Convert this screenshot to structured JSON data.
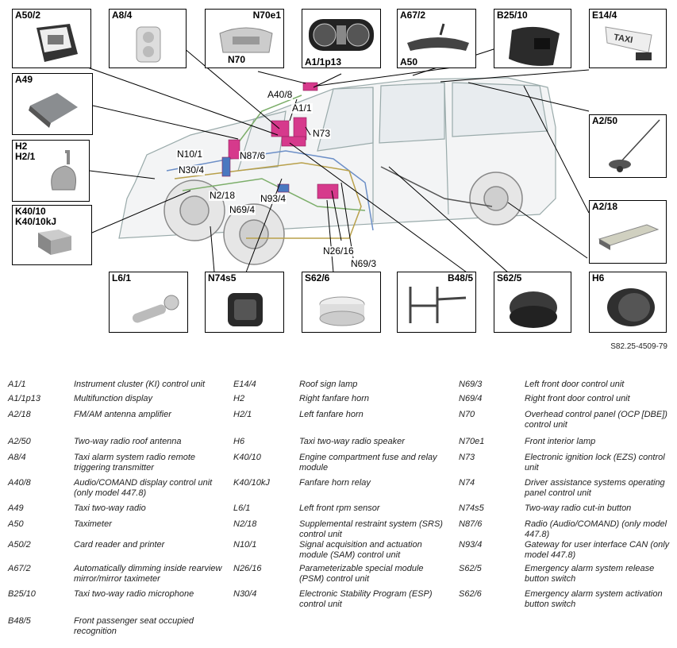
{
  "diagram": {
    "boxes": [
      {
        "id": "A50/2",
        "label": "A50/2"
      },
      {
        "id": "A8/4",
        "label": "A8/4"
      },
      {
        "id": "N70e1",
        "label": "N70e1",
        "label2": "N70"
      },
      {
        "id": "A1/1p13",
        "label": "A1/1p13"
      },
      {
        "id": "A67/2",
        "label": "A67/2",
        "label2": "A50"
      },
      {
        "id": "B25/10",
        "label": "B25/10"
      },
      {
        "id": "E14/4",
        "label": "E14/4"
      },
      {
        "id": "A49",
        "label": "A49"
      },
      {
        "id": "H2",
        "label": "H2\nH2/1"
      },
      {
        "id": "K40/10",
        "label": "K40/10\nK40/10kJ"
      },
      {
        "id": "A2/50",
        "label": "A2/50"
      },
      {
        "id": "A2/18",
        "label": "A2/18"
      },
      {
        "id": "L6/1",
        "label": "L6/1"
      },
      {
        "id": "N74s5",
        "label": "N74s5"
      },
      {
        "id": "S62/6",
        "label": "S62/6"
      },
      {
        "id": "B48/5",
        "label": "B48/5"
      },
      {
        "id": "S62/5",
        "label": "S62/5"
      },
      {
        "id": "H6",
        "label": "H6"
      }
    ],
    "callouts": [
      "A40/8",
      "A1/1",
      "N73",
      "N10/1",
      "N87/6",
      "N30/4",
      "N2/18",
      "N93/4",
      "N69/4",
      "N26/16",
      "N69/3"
    ],
    "taxi_sign": "TAXI",
    "reference": "S82.25-4509-79"
  },
  "legend": {
    "columns": [
      [
        {
          "code": "A1/1",
          "desc": "Instrument cluster (KI) control unit"
        },
        {
          "code": "A1/1p13",
          "desc": "Multifunction display"
        },
        {
          "code": "A2/18",
          "desc": "FM/AM antenna amplifier"
        },
        {
          "code": "A2/50",
          "desc": "Two-way radio roof antenna"
        },
        {
          "code": "A8/4",
          "desc": "Taxi alarm system radio remote triggering transmitter"
        },
        {
          "code": "A40/8",
          "desc": "Audio/COMAND display control unit (only model 447.8)"
        },
        {
          "code": "A49",
          "desc": "Taxi two-way radio"
        },
        {
          "code": "A50",
          "desc": "Taximeter"
        },
        {
          "code": "A50/2",
          "desc": "Card reader and printer"
        },
        {
          "code": "A67/2",
          "desc": "Automatically dimming inside rearview mirror/mirror taximeter"
        },
        {
          "code": "B25/10",
          "desc": "Taxi two-way radio microphone"
        },
        {
          "code": "B48/5",
          "desc": "Front passenger seat occupied recognition"
        }
      ],
      [
        {
          "code": "E14/4",
          "desc": "Roof sign lamp"
        },
        {
          "code": "H2",
          "desc": "Right fanfare horn"
        },
        {
          "code": "H2/1",
          "desc": "Left fanfare horn"
        },
        {
          "code": "H6",
          "desc": "Taxi two-way radio speaker"
        },
        {
          "code": "K40/10",
          "desc": "Engine compartment fuse and relay module"
        },
        {
          "code": "K40/10kJ",
          "desc": "Fanfare horn relay"
        },
        {
          "code": "L6/1",
          "desc": "Left front rpm sensor"
        },
        {
          "code": "N2/18",
          "desc": "Supplemental restraint system (SRS) control unit"
        },
        {
          "code": "N10/1",
          "desc": "Signal acquisition and actuation module (SAM) control unit"
        },
        {
          "code": "N26/16",
          "desc": "Parameterizable special module (PSM) control unit"
        },
        {
          "code": "N30/4",
          "desc": "Electronic Stability Program (ESP) control unit"
        }
      ],
      [
        {
          "code": "N69/3",
          "desc": "Left front door control unit"
        },
        {
          "code": "N69/4",
          "desc": "Right front door control unit"
        },
        {
          "code": "N70",
          "desc": "Overhead control panel (OCP [DBE]) control unit"
        },
        {
          "code": "N70e1",
          "desc": "Front interior lamp"
        },
        {
          "code": "N73",
          "desc": "Electronic ignition lock (EZS) control unit"
        },
        {
          "code": "N74",
          "desc": "Driver assistance systems operating panel control unit"
        },
        {
          "code": "N74s5",
          "desc": "Two-way radio cut-in button"
        },
        {
          "code": "N87/6",
          "desc": "Radio (Audio/COMAND) (only model 447.8)"
        },
        {
          "code": "N93/4",
          "desc": "Gateway for user interface CAN (only model 447.8)"
        },
        {
          "code": "S62/5",
          "desc": "Emergency alarm system release button switch"
        },
        {
          "code": "S62/6",
          "desc": "Emergency alarm system activation button switch"
        }
      ]
    ]
  }
}
